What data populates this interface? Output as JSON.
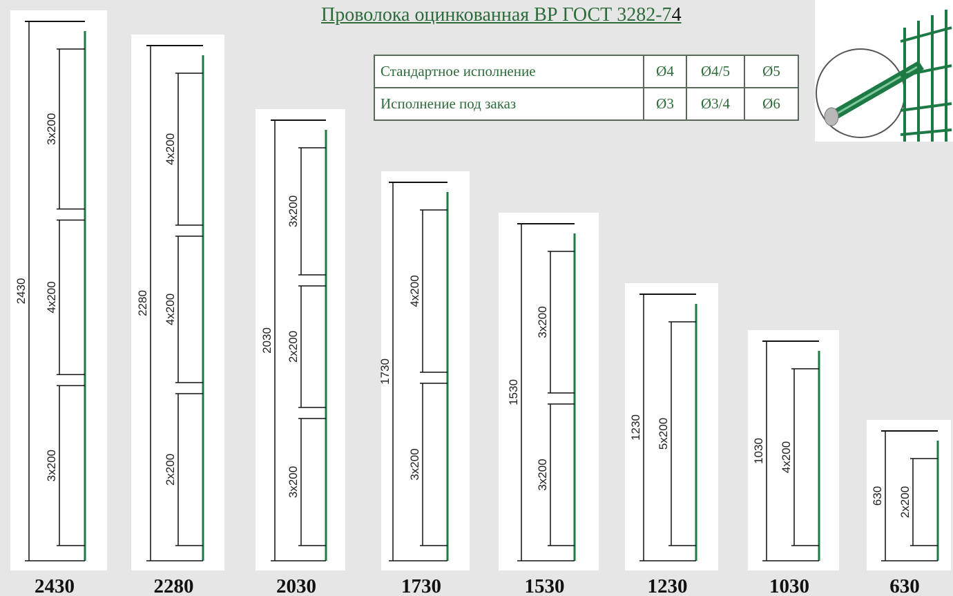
{
  "title": {
    "text_main": "Проволока оцинкованная ВР  ГОСТ 3282-7",
    "text_last": "4"
  },
  "spec_table": {
    "rows": [
      {
        "name": "Стандартное исполнение",
        "d1": "Ø4",
        "d2": "Ø4/5",
        "d3": "Ø5"
      },
      {
        "name": "Исполнение под заказ",
        "d1": "Ø3",
        "d2": "Ø3/4",
        "d3": "Ø6"
      }
    ]
  },
  "colors": {
    "post": "#1e7a45",
    "text_green": "#2e6b3a",
    "background": "#e6e6e6"
  },
  "posts": [
    {
      "height_label": "2430",
      "total_dim": "2430",
      "segments": [
        "3x200",
        "4x200",
        "3x200"
      ]
    },
    {
      "height_label": "2280",
      "total_dim": "2280",
      "segments": [
        "4x200",
        "4x200",
        "2x200"
      ]
    },
    {
      "height_label": "2030",
      "total_dim": "2030",
      "segments": [
        "3x200",
        "2x200",
        "3x200"
      ]
    },
    {
      "height_label": "1730",
      "total_dim": "1730",
      "segments": [
        "4x200",
        "3x200"
      ]
    },
    {
      "height_label": "1530",
      "total_dim": "1530",
      "segments": [
        "3x200",
        "3x200"
      ]
    },
    {
      "height_label": "1230",
      "total_dim": "1230",
      "segments": [
        "5x200"
      ]
    },
    {
      "height_label": "1030",
      "total_dim": "1030",
      "segments": [
        "4x200"
      ]
    },
    {
      "height_label": "630",
      "total_dim": "630",
      "segments": [
        "2x200"
      ]
    }
  ]
}
